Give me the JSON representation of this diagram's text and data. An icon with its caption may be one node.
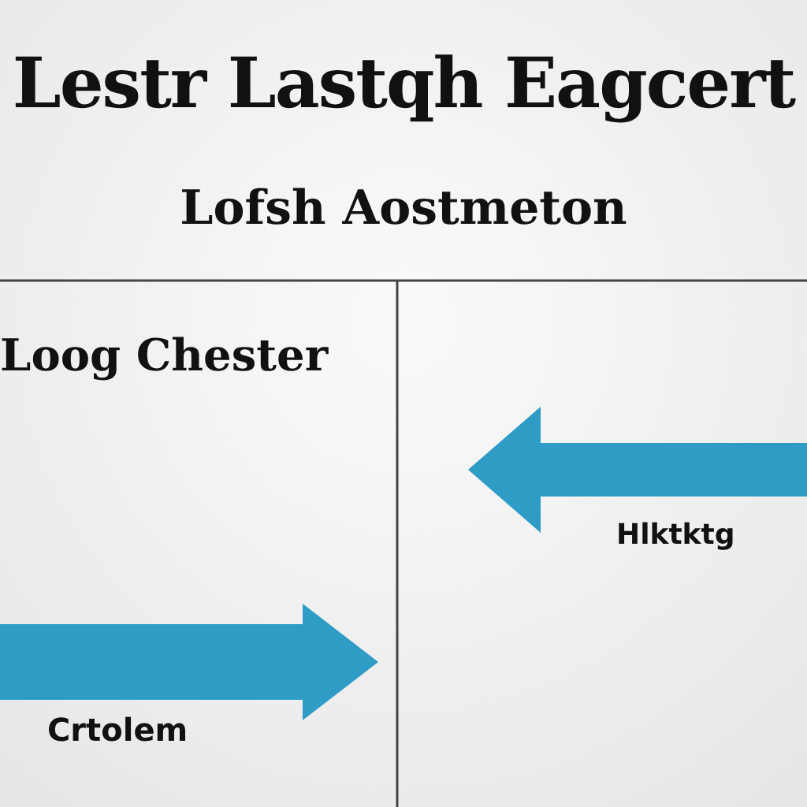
{
  "diagram": {
    "title": "Lestr Lastqh Eagcert",
    "nodes": [
      {
        "text": [
          "Loog Chester",
          "Crtolem"
        ]
      },
      {
        "text": [
          "Hlktktg"
        ]
      }
    ],
    "labels": [
      "Lofsh Aostmeton"
    ]
  }
}
